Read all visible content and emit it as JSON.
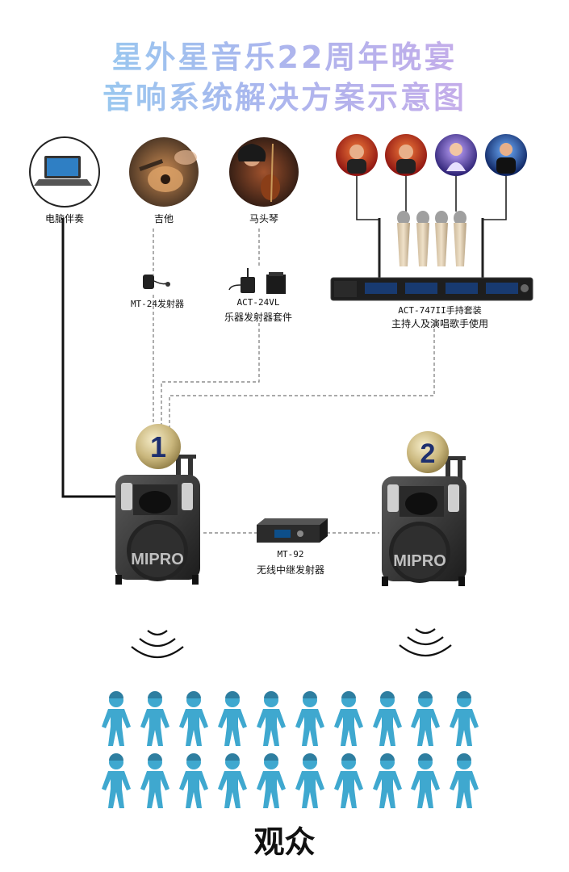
{
  "title_line1": "星外星音乐22周年晚宴",
  "title_line2": "音响系统解决方案示意图",
  "sources": {
    "laptop": "电脑伴奏",
    "guitar": "吉他",
    "morin_khuur": "马头琴"
  },
  "devices": {
    "mt24": "MT-24发射器",
    "act24vl_model": "ACT-24VL",
    "act24vl_desc": "乐器发射器套件",
    "act747_model": "ACT-747II手持套装",
    "act747_desc": "主持人及演唱歌手使用",
    "mt92_model": "MT-92",
    "mt92_desc": "无线中继发射器"
  },
  "speakers": [
    {
      "number": "1",
      "brand": "MIPRO"
    },
    {
      "number": "2",
      "brand": "MIPRO"
    }
  ],
  "audience_label": "观众",
  "colors": {
    "person": "#3fa8cf",
    "badge": "#b8a56a",
    "badge_number": "#1d2f6f"
  }
}
